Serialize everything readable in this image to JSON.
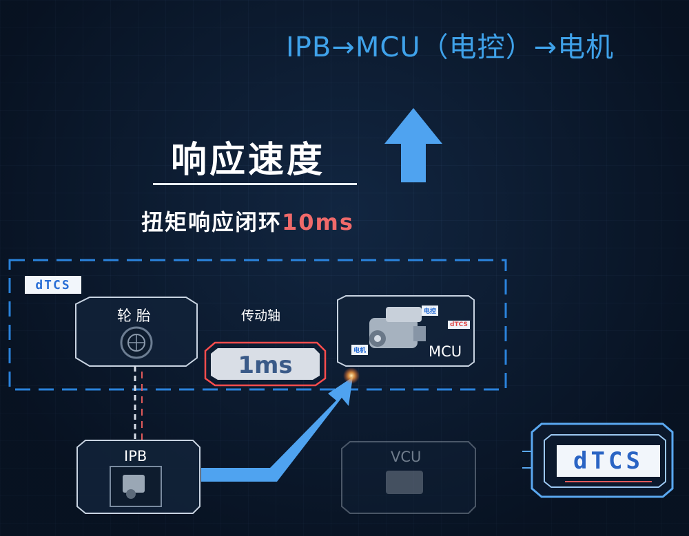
{
  "title": "IPB→MCU（电控）→电机",
  "heading": "响应速度",
  "subheading_prefix": "扭矩响应闭环",
  "subheading_value": "10ms",
  "dtcs_tag": "dTCS",
  "nodes": {
    "tire": "轮 胎",
    "shaft": "传动轴",
    "mcu": "MCU",
    "ipb": "IPB",
    "vcu": "VCU"
  },
  "latency": "1ms",
  "mcu_tags": {
    "top": "电控",
    "left": "电机",
    "right": "dTCS"
  },
  "dtcs_badge": "dTCS",
  "colors": {
    "accent_blue": "#3fa2ea",
    "arrow_blue": "#4fa3f0",
    "highlight_red": "#f06a6a",
    "dashed_box": "#2f8ff0"
  }
}
